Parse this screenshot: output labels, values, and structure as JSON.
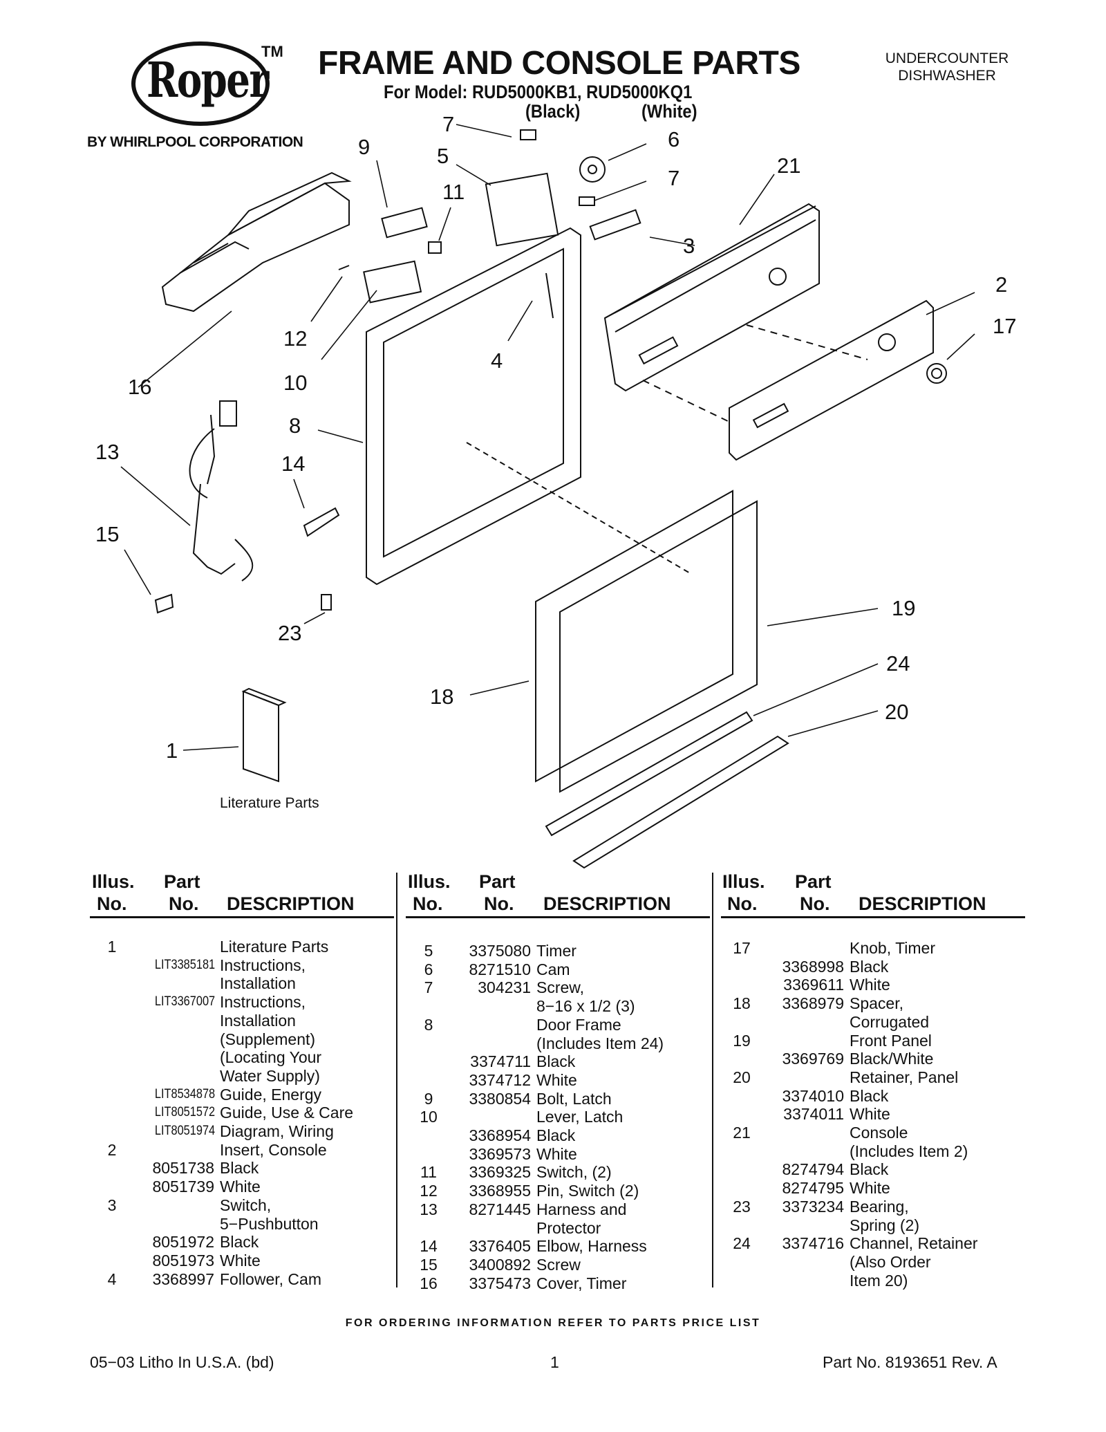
{
  "brand": {
    "logo": "Roper",
    "tm": "TM",
    "byline": "BY WHIRLPOOL CORPORATION"
  },
  "header": {
    "title": "FRAME AND CONSOLE PARTS",
    "subtitle": "For Model: RUD5000KB1, RUD5000KQ1",
    "variant_black": "(Black)",
    "variant_white": "(White)",
    "category_line1": "UNDERCOUNTER",
    "category_line2": "DISHWASHER"
  },
  "diagram": {
    "callouts": [
      "7",
      "6",
      "5",
      "9",
      "11",
      "7",
      "21",
      "3",
      "2",
      "17",
      "12",
      "16",
      "10",
      "4",
      "8",
      "13",
      "14",
      "15",
      "23",
      "19",
      "24",
      "18",
      "20",
      "1"
    ],
    "literature_label": "Literature Parts"
  },
  "table": {
    "headers": {
      "illus1": "Illus.",
      "illus2": "No.",
      "part1": "Part",
      "part2": "No.",
      "desc": "DESCRIPTION"
    },
    "columns": [
      [
        {
          "i": "1",
          "p": "",
          "d": "Literature Parts"
        },
        {
          "i": "",
          "p": "LIT3385181",
          "d": "Instructions,",
          "lit": true
        },
        {
          "i": "",
          "p": "",
          "d": "Installation"
        },
        {
          "i": "",
          "p": "LIT3367007",
          "d": "Instructions,",
          "lit": true
        },
        {
          "i": "",
          "p": "",
          "d": "Installation"
        },
        {
          "i": "",
          "p": "",
          "d": "(Supplement)"
        },
        {
          "i": "",
          "p": "",
          "d": "(Locating Your"
        },
        {
          "i": "",
          "p": "",
          "d": "Water Supply)"
        },
        {
          "i": "",
          "p": "LIT8534878",
          "d": "Guide, Energy",
          "lit": true
        },
        {
          "i": "",
          "p": "LIT8051572",
          "d": "Guide, Use & Care",
          "lit": true
        },
        {
          "i": "",
          "p": "LIT8051974",
          "d": "Diagram, Wiring",
          "lit": true
        },
        {
          "i": "2",
          "p": "",
          "d": "Insert, Console"
        },
        {
          "i": "",
          "p": "8051738",
          "d": "Black"
        },
        {
          "i": "",
          "p": "8051739",
          "d": "White"
        },
        {
          "i": "3",
          "p": "",
          "d": "Switch,"
        },
        {
          "i": "",
          "p": "",
          "d": "5−Pushbutton"
        },
        {
          "i": "",
          "p": "8051972",
          "d": "Black"
        },
        {
          "i": "",
          "p": "8051973",
          "d": "White"
        },
        {
          "i": "4",
          "p": "3368997",
          "d": "Follower, Cam"
        }
      ],
      [
        {
          "i": "5",
          "p": "3375080",
          "d": "Timer"
        },
        {
          "i": "6",
          "p": "8271510",
          "d": "Cam"
        },
        {
          "i": "7",
          "p": "304231",
          "d": "Screw,"
        },
        {
          "i": "",
          "p": "",
          "d": "8−16 x 1/2 (3)"
        },
        {
          "i": "8",
          "p": "",
          "d": "Door Frame"
        },
        {
          "i": "",
          "p": "",
          "d": "(Includes Item 24)"
        },
        {
          "i": "",
          "p": "3374711",
          "d": "Black"
        },
        {
          "i": "",
          "p": "3374712",
          "d": "White"
        },
        {
          "i": "9",
          "p": "3380854",
          "d": "Bolt, Latch"
        },
        {
          "i": "10",
          "p": "",
          "d": "Lever, Latch"
        },
        {
          "i": "",
          "p": "3368954",
          "d": "Black"
        },
        {
          "i": "",
          "p": "3369573",
          "d": "White"
        },
        {
          "i": "11",
          "p": "3369325",
          "d": "Switch, (2)"
        },
        {
          "i": "12",
          "p": "3368955",
          "d": "Pin, Switch (2)"
        },
        {
          "i": "13",
          "p": "8271445",
          "d": "Harness and"
        },
        {
          "i": "",
          "p": "",
          "d": "Protector"
        },
        {
          "i": "14",
          "p": "3376405",
          "d": "Elbow, Harness"
        },
        {
          "i": "15",
          "p": "3400892",
          "d": "Screw"
        },
        {
          "i": "16",
          "p": "3375473",
          "d": "Cover, Timer"
        }
      ],
      [
        {
          "i": "17",
          "p": "",
          "d": "Knob, Timer"
        },
        {
          "i": "",
          "p": "3368998",
          "d": "Black"
        },
        {
          "i": "",
          "p": "3369611",
          "d": "White"
        },
        {
          "i": "18",
          "p": "3368979",
          "d": "Spacer,"
        },
        {
          "i": "",
          "p": "",
          "d": "Corrugated"
        },
        {
          "i": "19",
          "p": "",
          "d": "Front Panel"
        },
        {
          "i": "",
          "p": "3369769",
          "d": "Black/White"
        },
        {
          "i": "20",
          "p": "",
          "d": "Retainer, Panel"
        },
        {
          "i": "",
          "p": "3374010",
          "d": "Black"
        },
        {
          "i": "",
          "p": "3374011",
          "d": "White"
        },
        {
          "i": "21",
          "p": "",
          "d": "Console"
        },
        {
          "i": "",
          "p": "",
          "d": "(Includes Item 2)"
        },
        {
          "i": "",
          "p": "8274794",
          "d": "Black"
        },
        {
          "i": "",
          "p": "8274795",
          "d": "White"
        },
        {
          "i": "23",
          "p": "3373234",
          "d": "Bearing,"
        },
        {
          "i": "",
          "p": "",
          "d": "Spring (2)"
        },
        {
          "i": "24",
          "p": "3374716",
          "d": "Channel, Retainer"
        },
        {
          "i": "",
          "p": "",
          "d": "(Also Order"
        },
        {
          "i": "",
          "p": "",
          "d": "Item 20)"
        }
      ]
    ]
  },
  "footer": {
    "note": "FOR ORDERING INFORMATION REFER TO PARTS PRICE LIST",
    "left": "05−03 Litho In U.S.A. (bd)",
    "page": "1",
    "right": "Part No. 8193651 Rev. A"
  }
}
